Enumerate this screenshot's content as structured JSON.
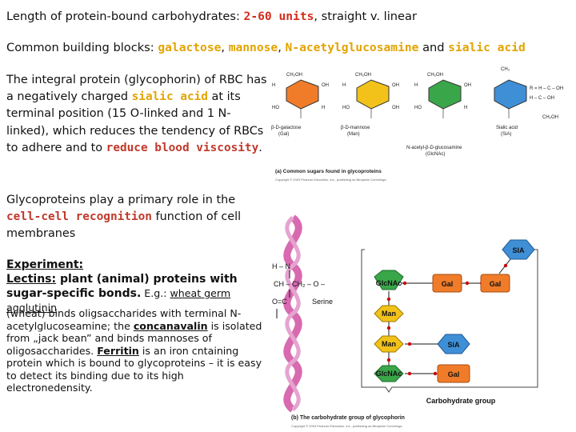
{
  "header": {
    "line1_prefix": "Length of protein-bound carbohydrates: ",
    "line1_highlight": "2-60 units",
    "line1_suffix": ", straight v. linear",
    "line2_prefix": "Common building blocks: ",
    "line2_h1": "galactose",
    "line2_sep1": ", ",
    "line2_h2": "mannose",
    "line2_sep2": ", ",
    "line2_h3": "N-acetylglucosamine",
    "line2_and": " and ",
    "line2_h4": "sialic acid"
  },
  "para1": {
    "t1": "The integral protein (glycophorin) of RBC has a negatively charged ",
    "h1": "sialic acid",
    "t2": " at its terminal position (15 O-linked and 1 N-linked), which reduces the tendency of RBCs to adhere and to ",
    "h2": "reduce blood viscosity",
    "t3": "."
  },
  "para2": {
    "t1": "Glycoproteins play a primary role in the ",
    "h1": "cell-cell recognition",
    "t2": " function of cell membranes"
  },
  "experiment": {
    "heading": "Experiment:",
    "lectins": "Lectins:",
    "lectins_text": " plant (animal) proteins with sugar-specific bonds.",
    "eg": " E.g.: ",
    "wga": "wheat germ agglutinin",
    "t1": " (wheat) binds oligsaccharides with terminal N-acetylglucoseamine; the ",
    "conc": "concanavalin",
    "t2": " is isolated from „jack bean” and binds mannoses of oligosaccharides. ",
    "ferritin": "Ferritin",
    "t3": " is an iron cntaining protein which is bound to glycoproteins – it is easy to detect its binding due to its high electronedensity."
  },
  "figure_a": {
    "labels": {
      "gal": "β-D-galactose\n(Gal)",
      "man": "β-D-mannose\n(Man)",
      "glcnac": "N-acetyl-β-D-glucosamine\n(GlcNAc)",
      "sia": "Sialic acid\n(SiA)"
    },
    "caption": "(a) Common sugars found in glycoproteins",
    "copyright": "Copyright © 2003 Pearson Education, Inc., publishing as Benjamin Cummings."
  },
  "figure_b": {
    "serine": "Serine",
    "nodes": {
      "glcnac1": "GlcNAc",
      "gal1": "Gal",
      "gal2": "Gal",
      "sia1": "SIA",
      "man1": "Man",
      "man2": "Man",
      "sia2": "SiA",
      "glcnac2": "GlcNAc",
      "gal3": "Gal"
    },
    "group_label": "Carbohydrate group",
    "caption": "(b) The carbohydrate group of glycophorin",
    "copyright": "Copyright © 2003 Pearson Education, Inc., publishing as Benjamin Cummings.",
    "colors": {
      "glcnac": "#3aa64a",
      "gal": "#f07c2a",
      "sia": "#3f8fd6",
      "man": "#f2c21a"
    }
  }
}
